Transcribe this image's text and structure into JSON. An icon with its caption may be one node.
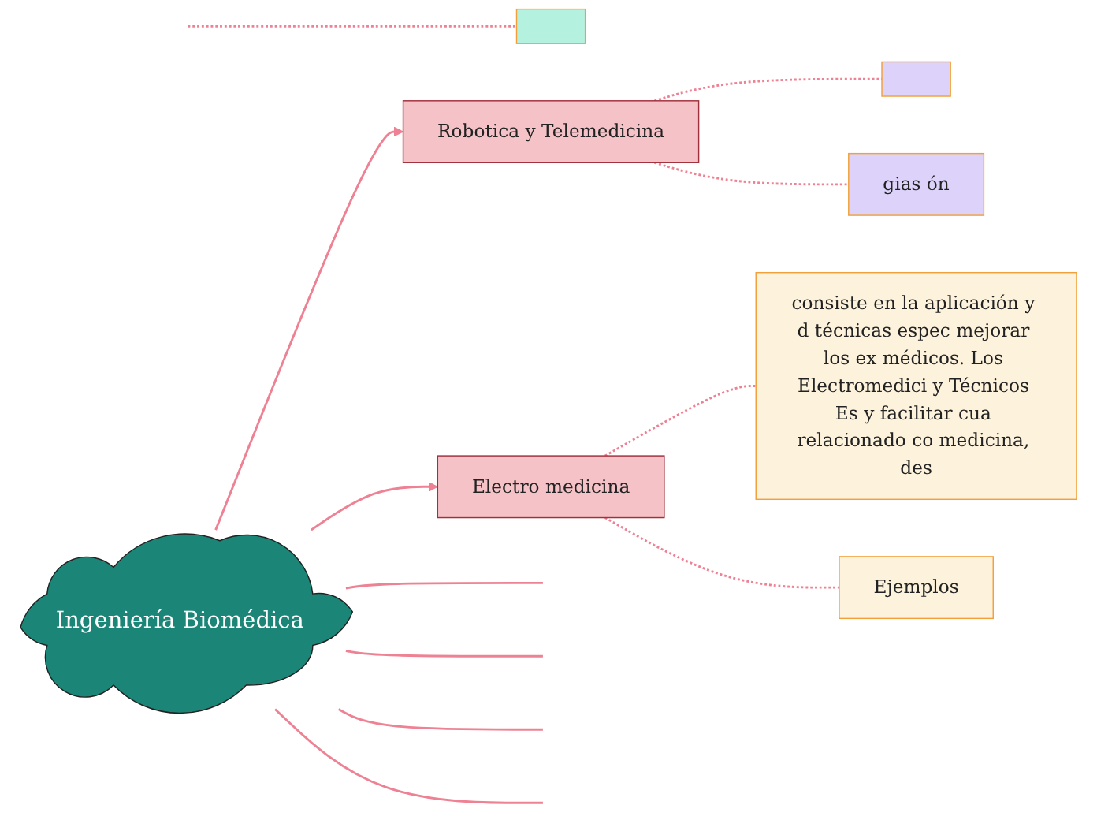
{
  "diagram": {
    "nodes": [
      {
        "text": [
          "Ingeniería Biomédica"
        ]
      },
      {
        "text": [
          "Robotica y Telemedicina"
        ]
      },
      {
        "text": [
          "Electro medicina"
        ]
      },
      {
        "text": [
          "consiste en la aplicación y d técnicas espec mejorar los ex médicos. Los Electromedici y Técnicos Es y facilitar cua relacionado co medicina, des"
        ]
      },
      {
        "text": [
          "Ejemplos"
        ]
      },
      {
        "text": [],
        "shape": "box"
      },
      {
        "text": [
          "gias ón"
        ]
      },
      {
        "text": [],
        "shape": "box"
      }
    ],
    "edges": [
      {
        "from": 0,
        "to": 1,
        "arrow": "to"
      },
      {
        "from": 0,
        "to": 2,
        "arrow": "to"
      },
      {
        "from": 2,
        "to": 3,
        "arrow": "none",
        "style": "dashed"
      },
      {
        "from": 2,
        "to": 4,
        "arrow": "none",
        "style": "dashed"
      },
      {
        "from": 1,
        "to": 5,
        "arrow": "none",
        "style": "dashed"
      },
      {
        "from": 1,
        "to": 6,
        "arrow": "none",
        "style": "dashed"
      },
      {
        "from": null,
        "to": 7,
        "arrow": "none",
        "style": "dashed"
      },
      {
        "from": 0,
        "to": null,
        "arrow": "none"
      },
      {
        "from": 0,
        "to": null,
        "arrow": "none"
      },
      {
        "from": 0,
        "to": null,
        "arrow": "none"
      },
      {
        "from": 0,
        "to": null,
        "arrow": "none"
      }
    ]
  }
}
